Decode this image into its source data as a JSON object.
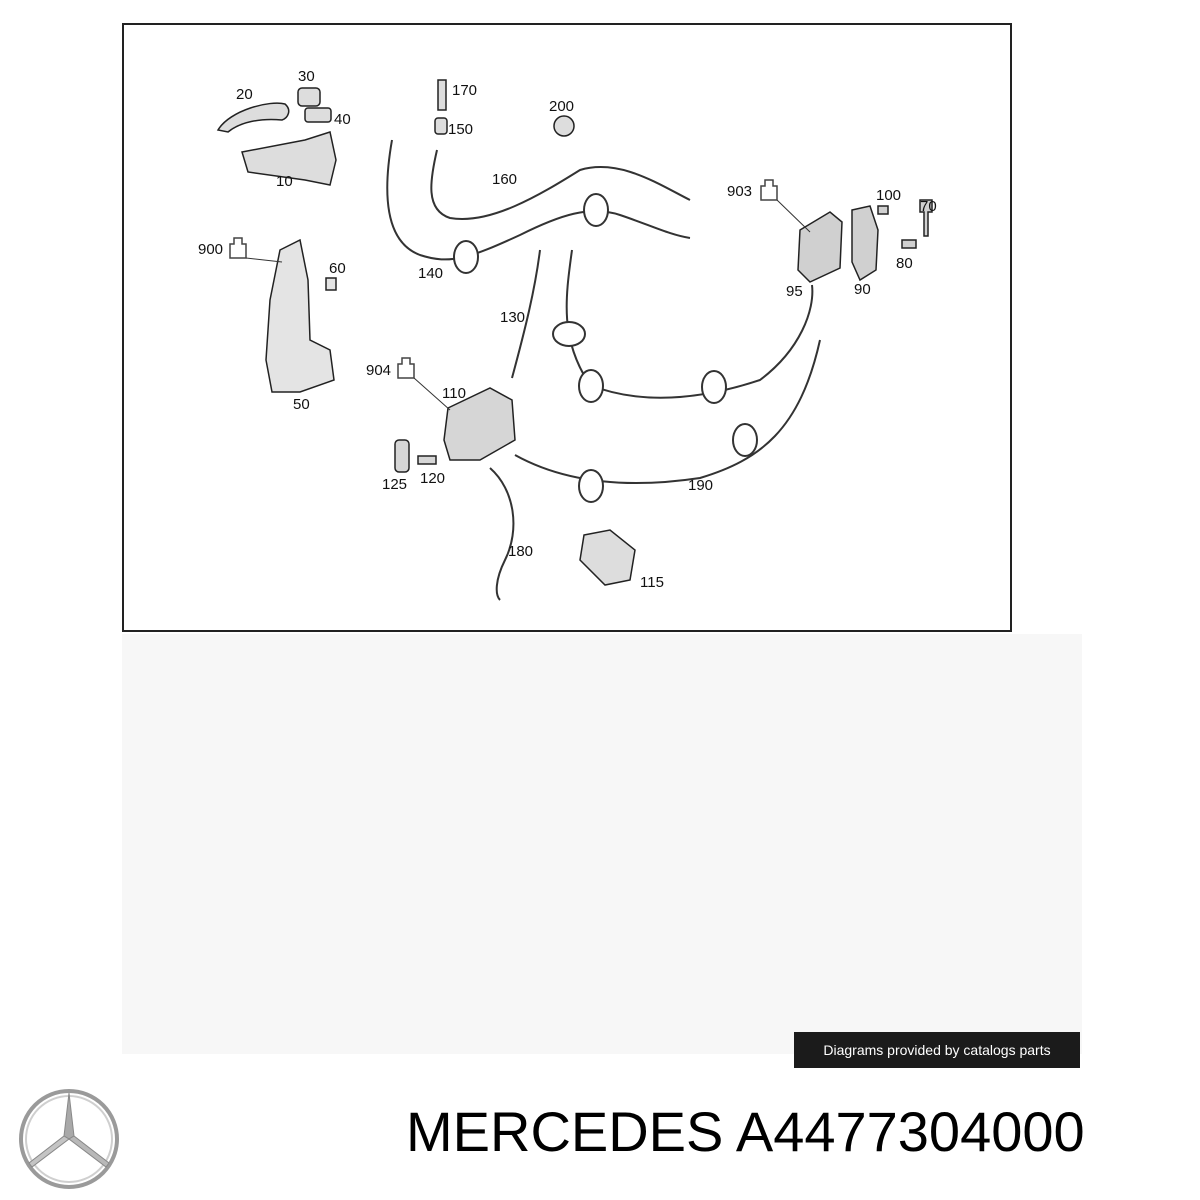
{
  "diagram": {
    "callouts": [
      "20",
      "30",
      "40",
      "10",
      "170",
      "150",
      "200",
      "160",
      "903",
      "100",
      "70",
      "80",
      "90",
      "95",
      "900",
      "60",
      "140",
      "130",
      "50",
      "904",
      "110",
      "125",
      "120",
      "180",
      "190",
      "115"
    ]
  },
  "watermark": {
    "text": "Diagrams provided by catalogs parts"
  },
  "footer": {
    "brand": "MERCEDES",
    "part_number": "A4477304000"
  },
  "colors": {
    "line": "#333333",
    "frame": "#222222",
    "watermark_bg": "#1b1b1b"
  }
}
